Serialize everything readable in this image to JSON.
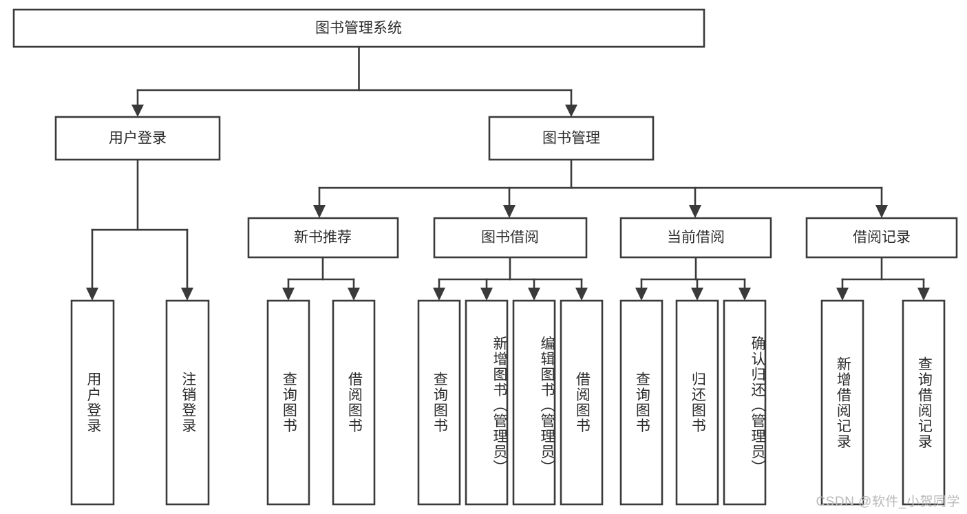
{
  "diagram": {
    "title": "图书管理系统",
    "type": "hierarchy-tree",
    "watermark": "CSDN @软件_小贺同学",
    "colors": {
      "stroke": "#3a3a3a",
      "fill": "#ffffff",
      "text": "#2b2b2b",
      "watermark": "#b9b9b9",
      "background": "#ffffff"
    },
    "levels": {
      "level1": [
        {
          "id": "root",
          "label": "图书管理系统",
          "orientation": "horizontal"
        }
      ],
      "level2": [
        {
          "id": "user-login",
          "label": "用户登录",
          "orientation": "horizontal"
        },
        {
          "id": "book-manage",
          "label": "图书管理",
          "orientation": "horizontal"
        }
      ],
      "level3": [
        {
          "id": "new-book-recommend",
          "label": "新书推荐",
          "orientation": "horizontal"
        },
        {
          "id": "book-borrow",
          "label": "图书借阅",
          "orientation": "horizontal"
        },
        {
          "id": "current-borrow",
          "label": "当前借阅",
          "orientation": "horizontal"
        },
        {
          "id": "borrow-record",
          "label": "借阅记录",
          "orientation": "horizontal"
        }
      ],
      "level4": [
        {
          "id": "leaf-user-login",
          "label": "用户登录",
          "orientation": "vertical",
          "parent": "user-login"
        },
        {
          "id": "leaf-logout",
          "label": "注销登录",
          "orientation": "vertical",
          "parent": "user-login"
        },
        {
          "id": "leaf-query-book-1",
          "label": "查询图书",
          "orientation": "vertical",
          "parent": "new-book-recommend"
        },
        {
          "id": "leaf-borrow-book-1",
          "label": "借阅图书",
          "orientation": "vertical",
          "parent": "new-book-recommend"
        },
        {
          "id": "leaf-query-book-2",
          "label": "查询图书",
          "orientation": "vertical",
          "parent": "book-borrow"
        },
        {
          "id": "leaf-add-book",
          "label": "新增图书（管理员）",
          "orientation": "vertical",
          "parent": "book-borrow"
        },
        {
          "id": "leaf-edit-book",
          "label": "编辑图书（管理员）",
          "orientation": "vertical",
          "parent": "book-borrow"
        },
        {
          "id": "leaf-borrow-book-2",
          "label": "借阅图书",
          "orientation": "vertical",
          "parent": "book-borrow"
        },
        {
          "id": "leaf-query-book-3",
          "label": "查询图书",
          "orientation": "vertical",
          "parent": "current-borrow"
        },
        {
          "id": "leaf-return-book",
          "label": "归还图书",
          "orientation": "vertical",
          "parent": "current-borrow"
        },
        {
          "id": "leaf-confirm-return",
          "label": "确认归还（管理员）",
          "orientation": "vertical",
          "parent": "current-borrow"
        },
        {
          "id": "leaf-add-record",
          "label": "新增借阅记录",
          "orientation": "vertical",
          "parent": "borrow-record"
        },
        {
          "id": "leaf-query-record",
          "label": "查询借阅记录",
          "orientation": "vertical",
          "parent": "borrow-record"
        }
      ]
    }
  }
}
